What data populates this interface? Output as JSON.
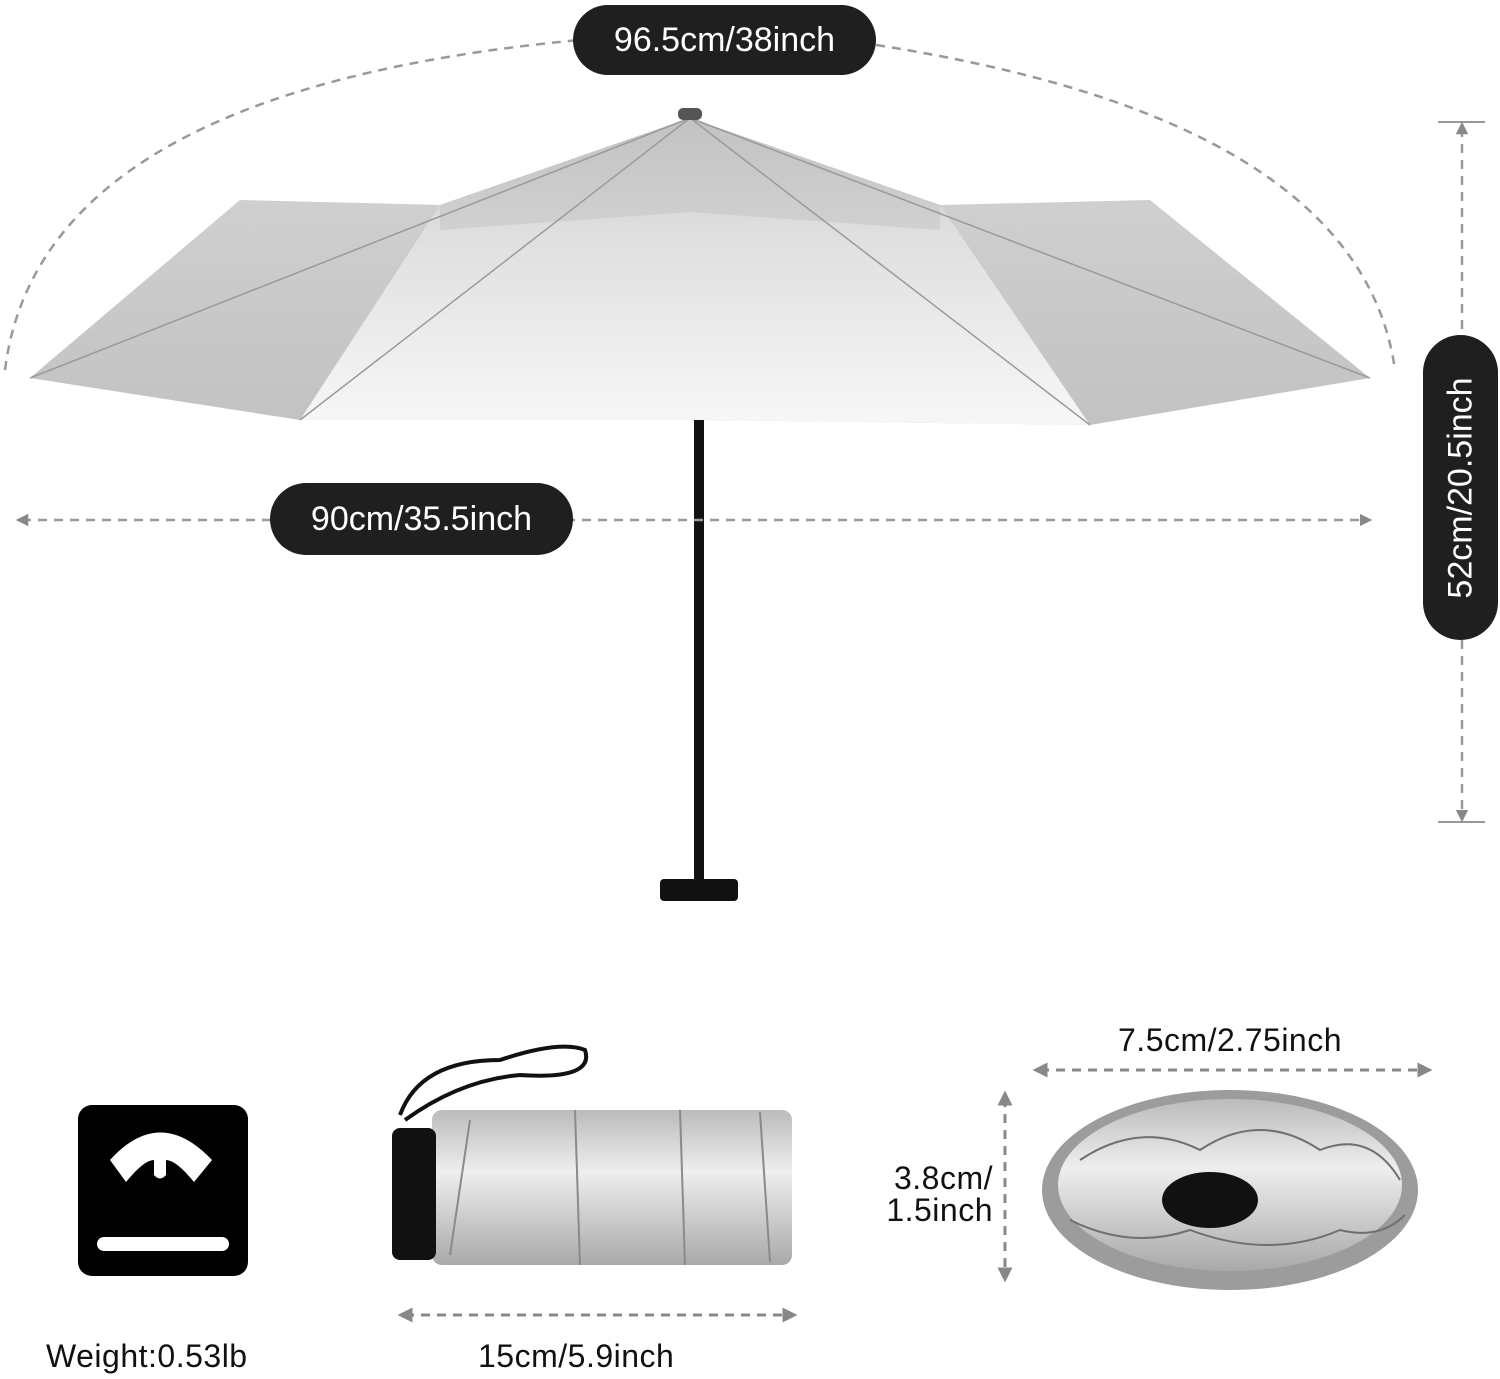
{
  "dimensions": {
    "arc_length": "96.5cm/38inch",
    "diameter": "90cm/35.5inch",
    "height": "52cm/20.5inch",
    "folded_length": "15cm/5.9inch",
    "folded_width": "7.5cm/2.75inch",
    "folded_thickness_line1": "3.8cm/",
    "folded_thickness_line2": "1.5inch"
  },
  "weight": {
    "label": "Weight:0.53lb",
    "icon": "scale-icon"
  },
  "colors": {
    "pill": "#1f1f1f",
    "dash": "#888888",
    "canopy": "#c9c9c9"
  }
}
